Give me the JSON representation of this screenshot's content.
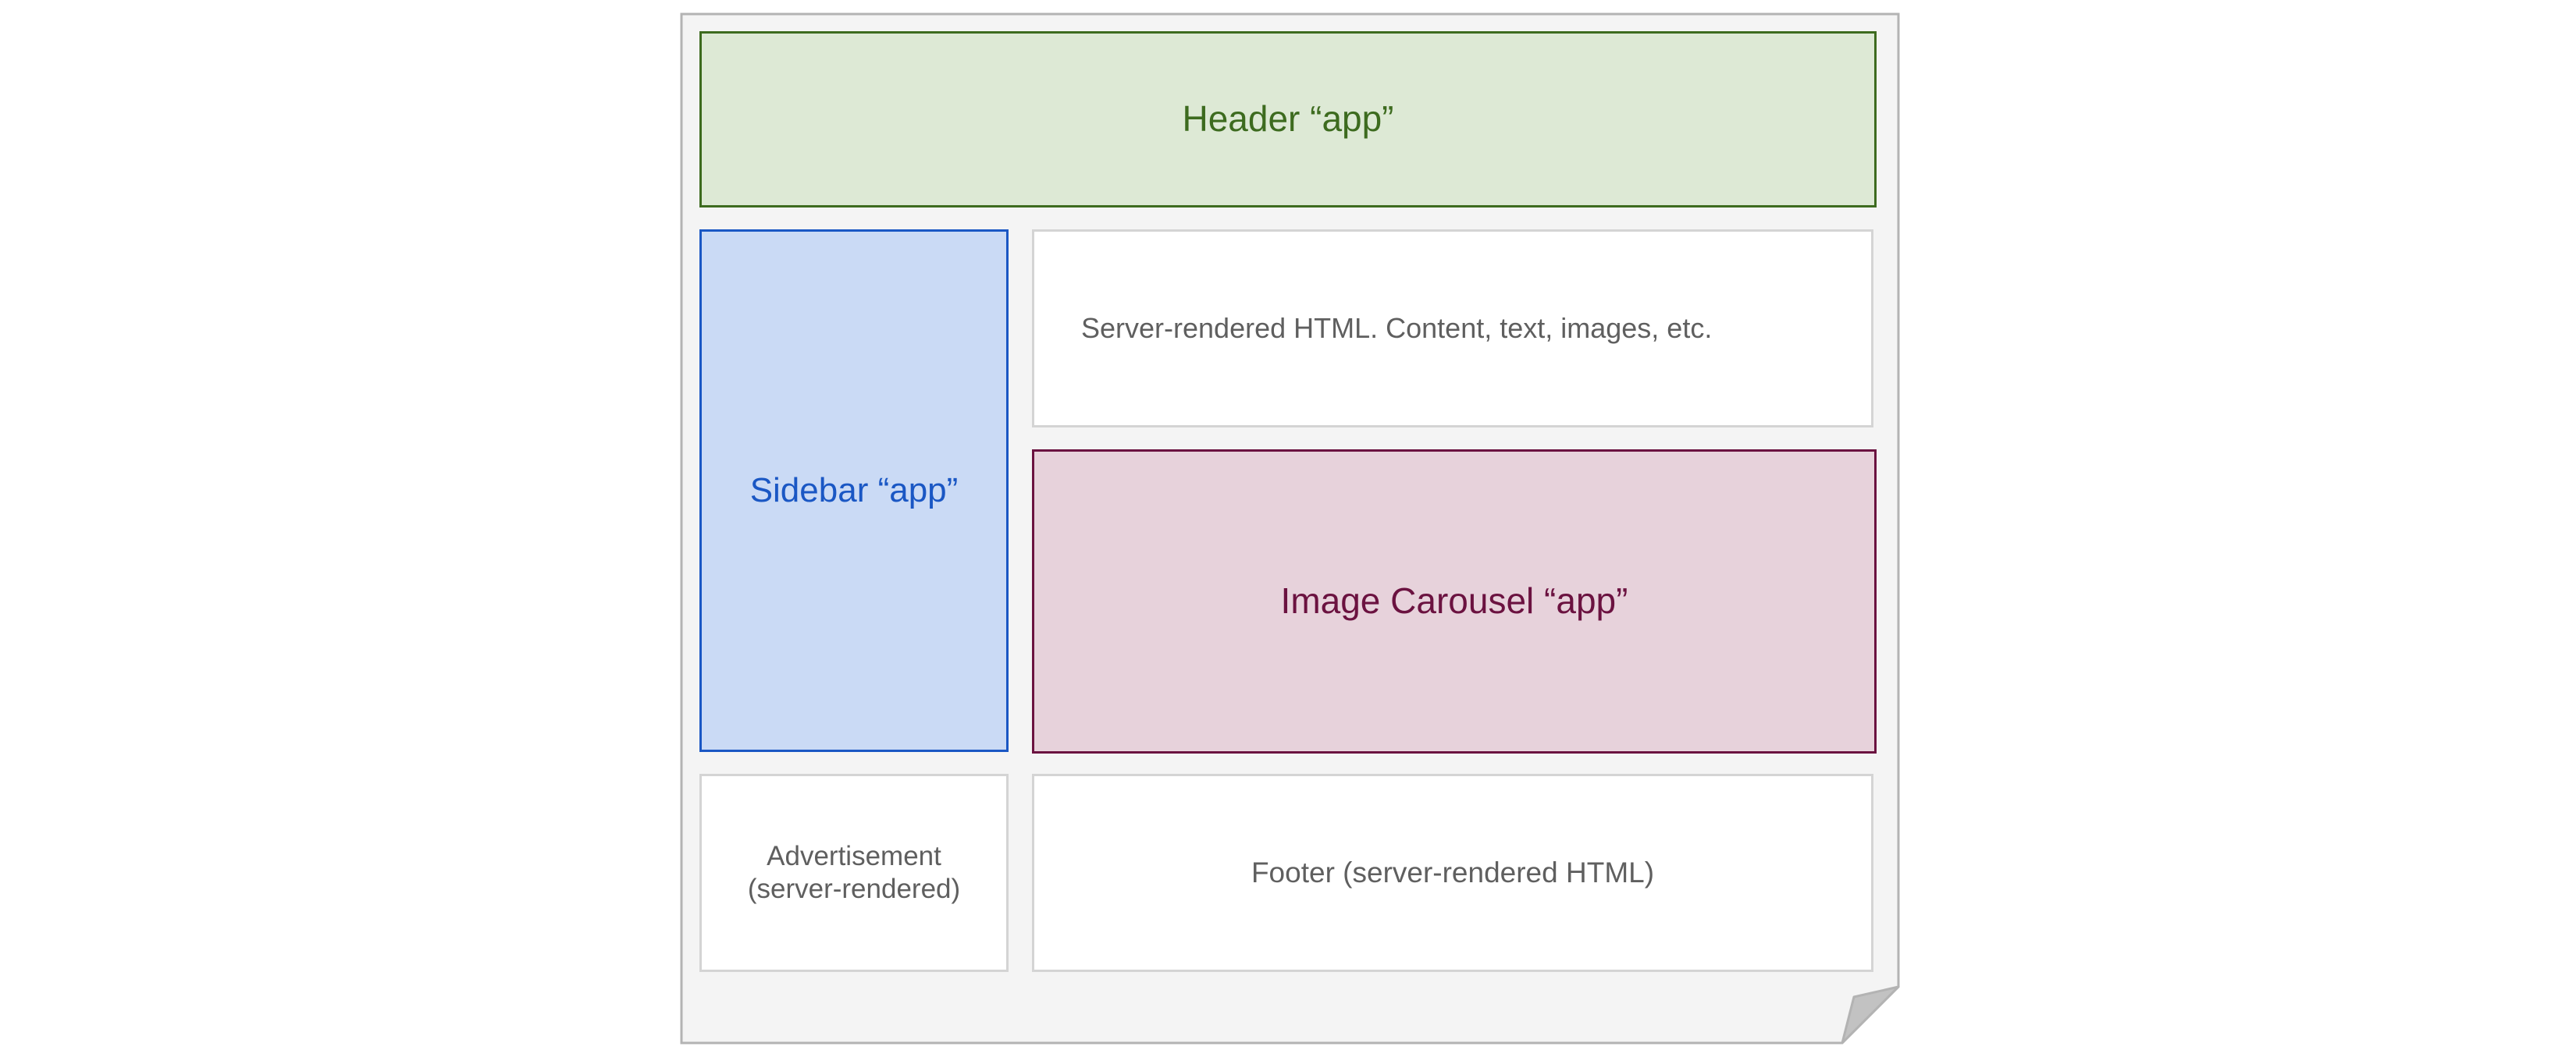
{
  "diagram": {
    "header_app": {
      "label": "Header “app”"
    },
    "sidebar_app": {
      "label": "Sidebar “app”"
    },
    "server_content": {
      "label": "Server-rendered HTML. Content, text, images, etc."
    },
    "image_carousel_app": {
      "label": "Image Carousel “app”"
    },
    "advertisement": {
      "line1": "Advertisement",
      "line2": "(server-rendered)"
    },
    "footer": {
      "label": "Footer (server-rendered HTML)"
    }
  },
  "colors": {
    "header_fill": "#dde9d5",
    "header_stroke": "#3d6b1f",
    "sidebar_fill": "#cadaf5",
    "sidebar_stroke": "#1a57c4",
    "carousel_fill": "#e7d2db",
    "carousel_stroke": "#6b1240",
    "page_fill": "#f4f4f4",
    "page_stroke": "#b3b3b3",
    "static_text": "#5f5f5f"
  }
}
